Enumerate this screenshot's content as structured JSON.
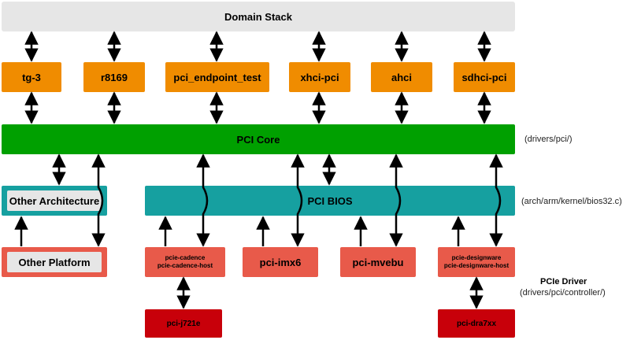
{
  "domain_stack": "Domain Stack",
  "drivers": [
    "tg-3",
    "r8169",
    "pci_endpoint_test",
    "xhci-pci",
    "ahci",
    "sdhci-pci"
  ],
  "pci_core": "PCI Core",
  "pci_core_path": "(drivers/pci/)",
  "other_architecture": "Other Architecture",
  "pci_bios": "PCI BIOS",
  "pci_bios_path": "(arch/arm/kernel/bios32.c)",
  "other_platform": "Other Platform",
  "controllers": {
    "cadence": [
      "pcie-cadence",
      "pcie-cadence-host"
    ],
    "imx6": "pci-imx6",
    "mvebu": "pci-mvebu",
    "designware": [
      "pcie-designware",
      "pcie-designware-host"
    ]
  },
  "pcie_driver_title": "PCIe Driver",
  "pcie_driver_path": "(drivers/pci/controller/)",
  "j721e": "pci-j721e",
  "dra7xx": "pci-dra7xx",
  "colors": {
    "orange": "#f08c00",
    "green": "#00a000",
    "teal": "#16a0a0",
    "red": "#e85a4a",
    "dark_red": "#c8000a",
    "gray": "#e6e6e6"
  }
}
